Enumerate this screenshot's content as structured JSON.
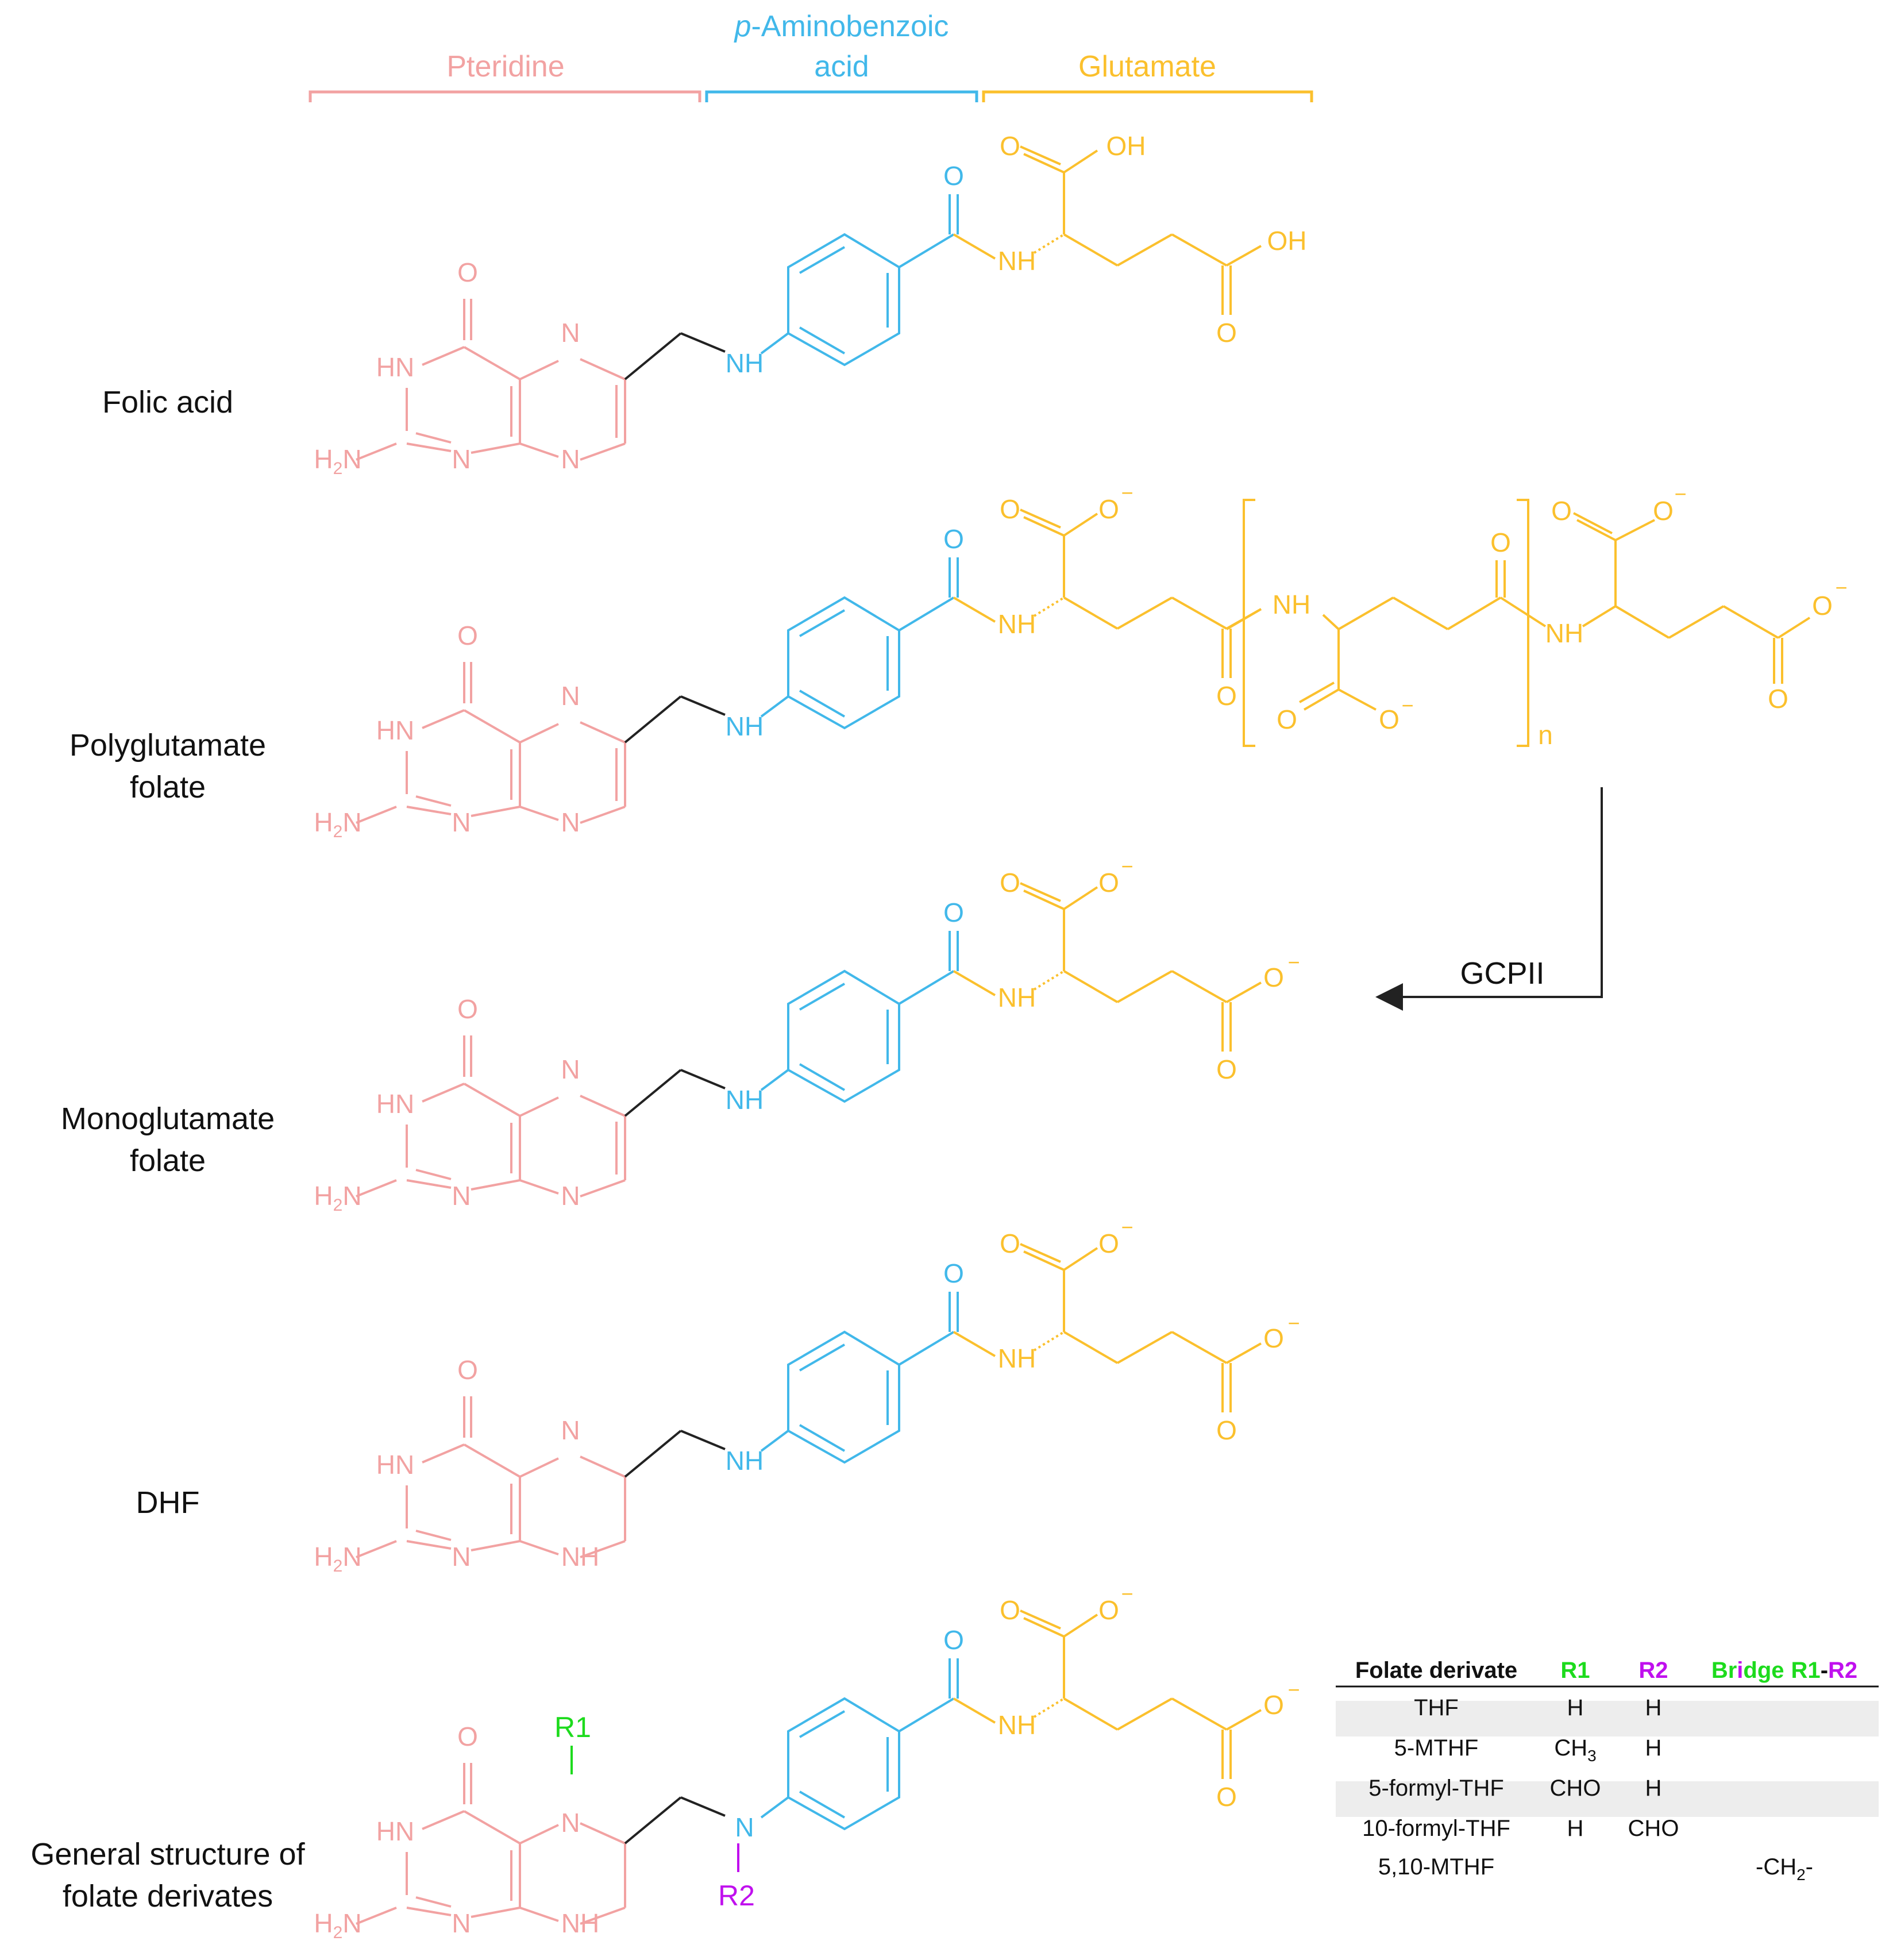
{
  "colors": {
    "pteridine": "#F2A2A2",
    "paba": "#41B8EA",
    "glutamate": "#FBC02D",
    "linker": "#222222",
    "r1": "#1DDB1D",
    "r2": "#C010EE",
    "text": "#111111",
    "row_shade": "#EDEDED"
  },
  "headers": {
    "pteridine": "Pteridine",
    "paba_italic": "p",
    "paba_line1": "-Aminobenzoic",
    "paba_line2": "acid",
    "glutamate": "Glutamate"
  },
  "compounds": [
    {
      "name": "Folic acid"
    },
    {
      "name": "Polyglutamate folate",
      "line1": "Polyglutamate",
      "line2": "folate"
    },
    {
      "name": "Monoglutamate folate",
      "line1": "Monoglutamate",
      "line2": "folate"
    },
    {
      "name": "DHF"
    },
    {
      "name": "General structure of folate derivates",
      "line1": "General structure of",
      "line2": "folate derivates"
    }
  ],
  "atoms": {
    "O": "O",
    "OH": "OH",
    "NH": "NH",
    "N": "N",
    "HN": "HN",
    "H2N_H": "H",
    "H2N_sub": "2",
    "H2N_N": "N",
    "R1": "R1",
    "R2": "R2",
    "charge": "−",
    "n": "n"
  },
  "enzyme": "GCPII",
  "table": {
    "headers": {
      "derivate": "Folate derivate",
      "r1": "R1",
      "r2": "R2",
      "bridge_br": "Br",
      "bridge_i": "i",
      "bridge_dge": "dge",
      "bridge_r1": "R1",
      "bridge_dash": "-",
      "bridge_r2": "R2"
    },
    "rows": [
      {
        "derivate": "THF",
        "r1": "H",
        "r2": "H",
        "bridge": ""
      },
      {
        "derivate": "5-MTHF",
        "r1_main": "CH",
        "r1_sub": "3",
        "r2": "H",
        "bridge": ""
      },
      {
        "derivate": "5-formyl-THF",
        "r1": "CHO",
        "r2": "H",
        "bridge": ""
      },
      {
        "derivate": "10-formyl-THF",
        "r1": "H",
        "r2": "CHO",
        "bridge": ""
      },
      {
        "derivate": "5,10-MTHF",
        "r1": "",
        "r2": "",
        "bridge_main": "-CH",
        "bridge_sub": "2",
        "bridge_tail": "-"
      }
    ]
  }
}
